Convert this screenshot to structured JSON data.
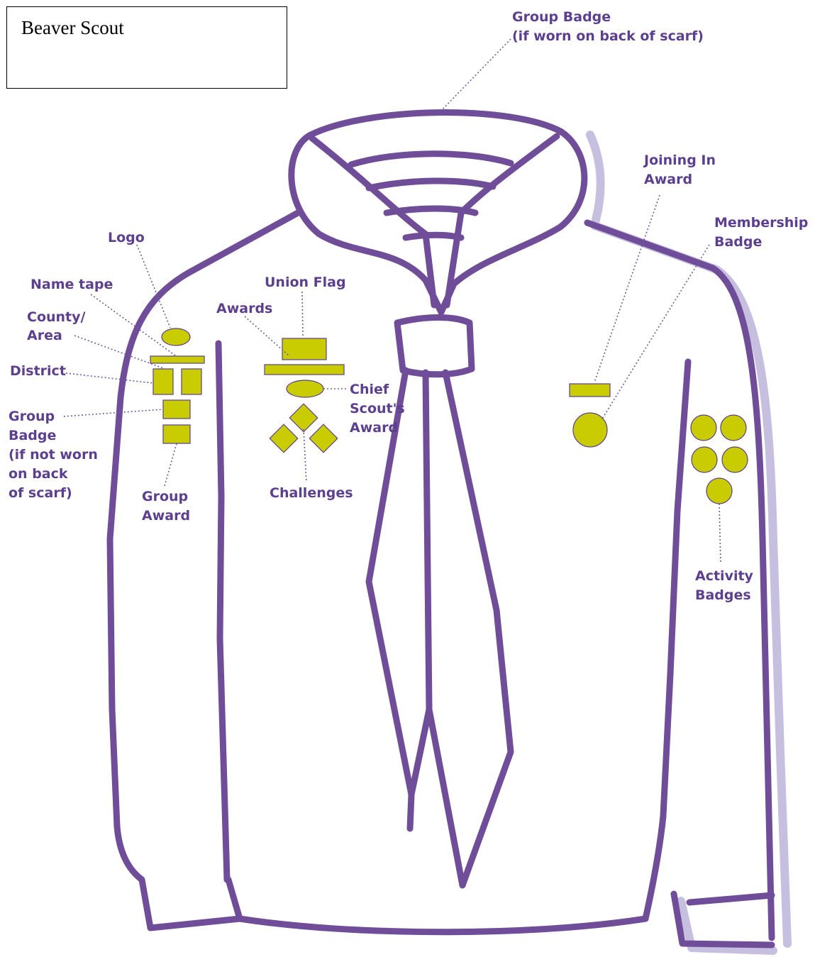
{
  "title": "Beaver Scout",
  "colors": {
    "outline": "#6f4d98",
    "badge": "#c8cc00",
    "label": "#5d3f8f"
  },
  "labels": {
    "group_badge_back": [
      "Group Badge",
      "(if worn on back of scarf)"
    ],
    "joining_in": [
      "Joining In",
      "Award"
    ],
    "membership": [
      "Membership",
      "Badge"
    ],
    "logo": "Logo",
    "name_tape": "Name tape",
    "county": [
      "County/",
      "Area"
    ],
    "district": "District",
    "group_badge_front": [
      "Group",
      "Badge",
      "(if not worn",
      "on back",
      "of scarf)"
    ],
    "group_award": [
      "Group",
      "Award"
    ],
    "union_flag": "Union Flag",
    "awards": "Awards",
    "chief_scout": [
      "Chief",
      "Scout's",
      "Award"
    ],
    "challenges": "Challenges",
    "activity": [
      "Activity",
      "Badges"
    ]
  }
}
